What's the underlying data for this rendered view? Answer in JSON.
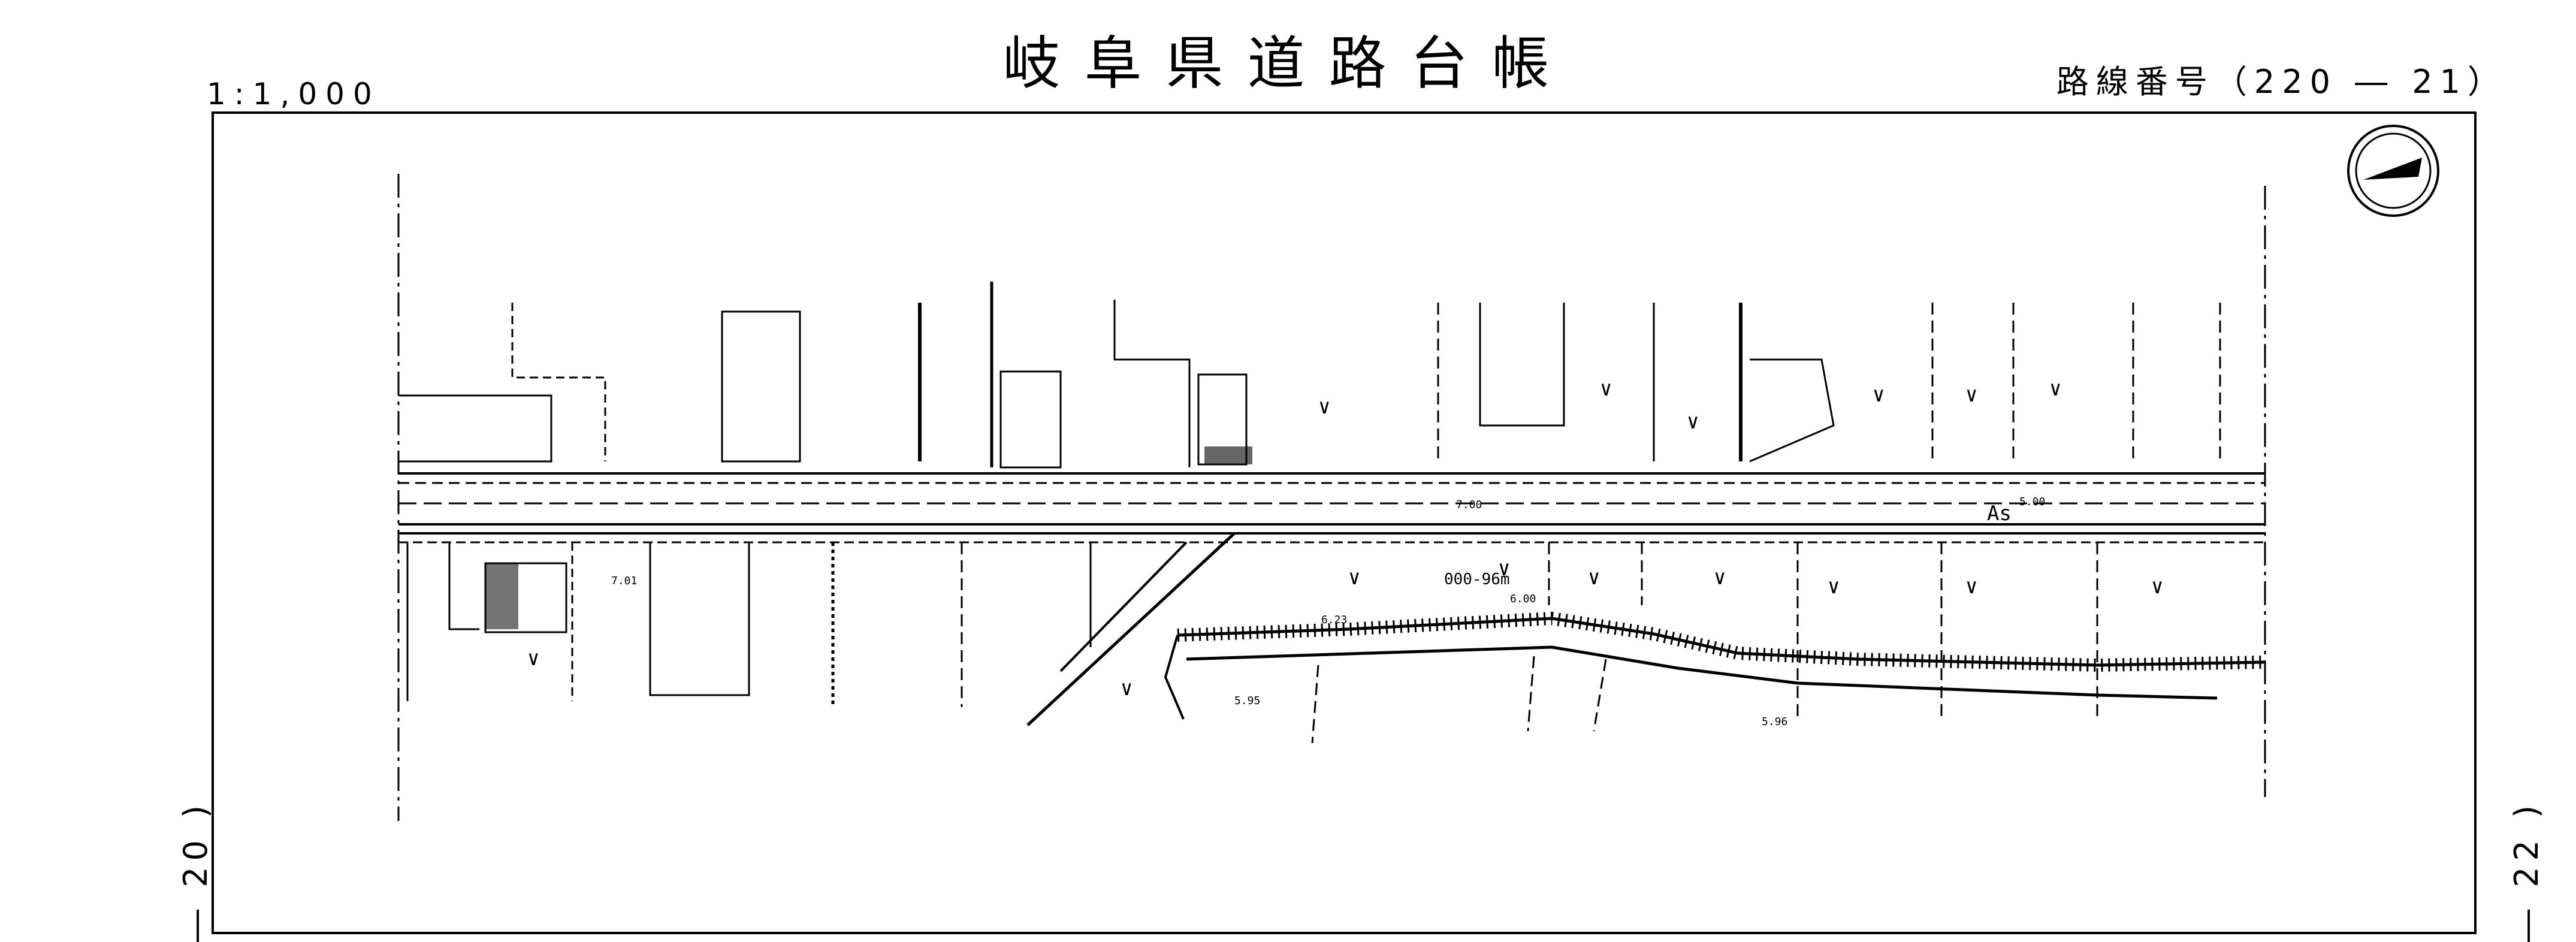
{
  "sheet": {
    "title": "岐阜県道路台帳",
    "scale": "1:1,000",
    "route_number": "路線番号（220 ― 21）",
    "prev_sheet_label": "― 20 )",
    "next_sheet_label": "― 22 )"
  },
  "map": {
    "north_arrow": "north-arrow-icon",
    "surface_label": "As",
    "bench_mark": "000-96m",
    "spot_labels": [
      "7.01",
      "7.00",
      "6.00",
      "5.95",
      "6.23",
      "5.96",
      "5.00"
    ],
    "colors": {
      "ink": "#000000",
      "paper": "#ffffff"
    }
  }
}
